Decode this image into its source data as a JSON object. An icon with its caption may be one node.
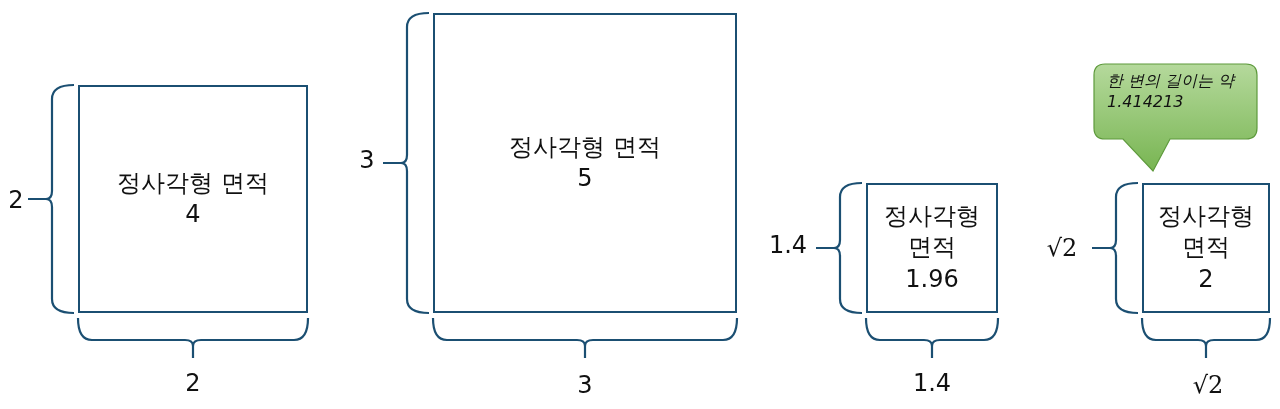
{
  "diagram": {
    "nodes": [
      {
        "text": [
          "정사각형 면적",
          "4"
        ]
      },
      {
        "text": [
          "정사각형 면적",
          "5"
        ]
      },
      {
        "text": [
          "정사각형 면적",
          "1.96"
        ]
      },
      {
        "text": [
          "정사각형 면적",
          "2"
        ]
      },
      {
        "text": [
          "한 변의 길이는 약 1.414213"
        ]
      }
    ],
    "edges": [],
    "labels": [
      "2",
      "2",
      "3",
      "3",
      "1.4",
      "1.4",
      "√2",
      "√2"
    ]
  }
}
